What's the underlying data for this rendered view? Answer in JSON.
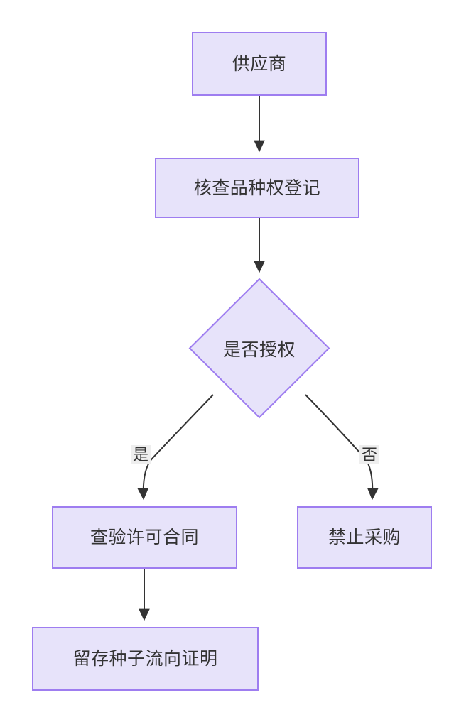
{
  "diagram": {
    "type": "flowchart",
    "direction": "top-down",
    "theme": {
      "node_fill": "#e7e3fa",
      "node_border": "#9e7df0",
      "node_text": "#333333",
      "edge_stroke": "#333333",
      "edge_label_bg": "#eeeeee",
      "canvas_bg": "#ffffff"
    },
    "nodes": [
      {
        "id": "supplier",
        "label": "供应商",
        "shape": "rect"
      },
      {
        "id": "check-registry",
        "label": "核查品种权登记",
        "shape": "rect"
      },
      {
        "id": "authorized",
        "label": "是否授权",
        "shape": "diamond"
      },
      {
        "id": "check-contract",
        "label": "查验许可合同",
        "shape": "rect"
      },
      {
        "id": "forbid-purchase",
        "label": "禁止采购",
        "shape": "rect"
      },
      {
        "id": "keep-proof",
        "label": "留存种子流向证明",
        "shape": "rect"
      }
    ],
    "edges": [
      {
        "from": "supplier",
        "to": "check-registry",
        "label": ""
      },
      {
        "from": "check-registry",
        "to": "authorized",
        "label": ""
      },
      {
        "from": "authorized",
        "to": "check-contract",
        "label": "是"
      },
      {
        "from": "authorized",
        "to": "forbid-purchase",
        "label": "否"
      },
      {
        "from": "check-contract",
        "to": "keep-proof",
        "label": ""
      }
    ],
    "edge_labels": {
      "yes": "是",
      "no": "否"
    }
  }
}
